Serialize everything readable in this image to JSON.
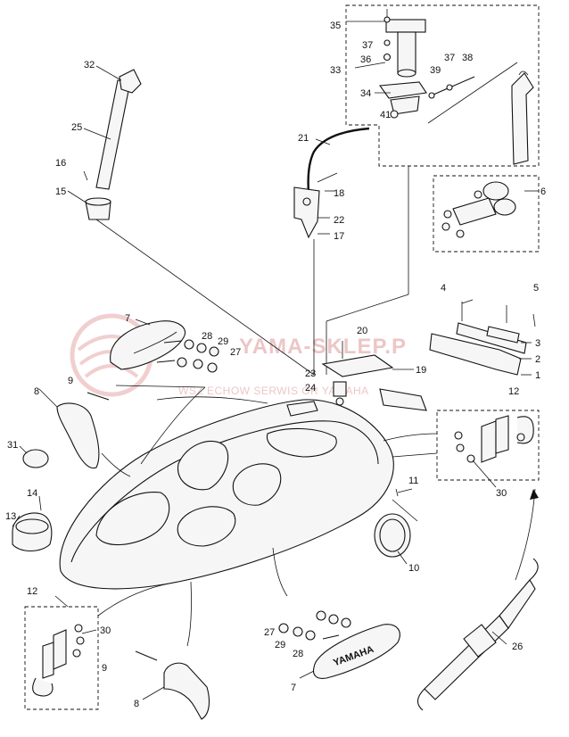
{
  "watermark": {
    "title": "YAMA-SKLEP.P",
    "subtitle": "WSZ ECHOW SERWIS OR YAMAHA",
    "color": "#d99"
  },
  "callouts": {
    "n1": "1",
    "n2": "2",
    "n3": "3",
    "n4": "4",
    "n5": "5",
    "n6": "6",
    "n7a": "7",
    "n7b": "7",
    "n8a": "8",
    "n8b": "8",
    "n9a": "9",
    "n9b": "9",
    "n10": "10",
    "n11": "11",
    "n12a": "12",
    "n12b": "12",
    "n13": "13",
    "n14": "14",
    "n15": "15",
    "n16": "16",
    "n17": "17",
    "n18": "18",
    "n19": "19",
    "n20": "20",
    "n21": "21",
    "n22": "22",
    "n23": "23",
    "n24": "24",
    "n25": "25",
    "n26": "26",
    "n27a": "27",
    "n27b": "27",
    "n28a": "28",
    "n28b": "28",
    "n29a": "29",
    "n29b": "29",
    "n30a": "30",
    "n30b": "30",
    "n31": "31",
    "n32": "32",
    "n33": "33",
    "n34": "34",
    "n35": "35",
    "n36": "36",
    "n37a": "37",
    "n37b": "37",
    "n38": "38",
    "n39": "39",
    "n41": "41"
  },
  "badge": {
    "text": "YAMAHA"
  },
  "colors": {
    "ink": "#111111",
    "background": "#ffffff",
    "watermark": "#dd9999"
  }
}
